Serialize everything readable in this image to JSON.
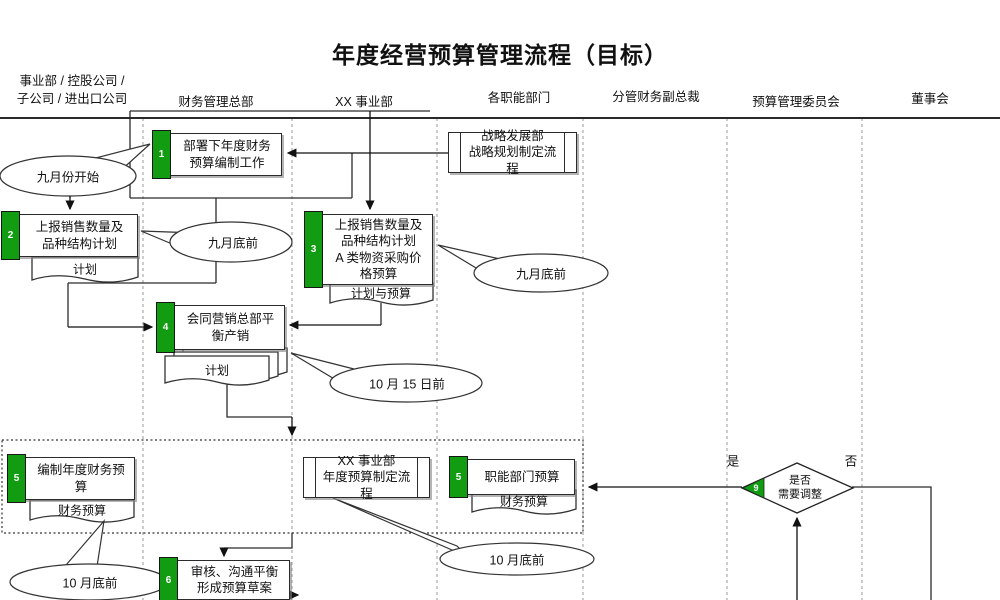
{
  "title": "年度经营预算管理流程（目标）",
  "lanes": [
    {
      "label": "事业部 / 控股公司 /\n子公司 / 进出口公司"
    },
    {
      "label": "财务管理总部"
    },
    {
      "label": "XX 事业部"
    },
    {
      "label": "各职能部门"
    },
    {
      "label": "分管财务副总裁"
    },
    {
      "label": "预算管理委员会"
    },
    {
      "label": "董事会"
    }
  ],
  "nodes": {
    "box1": {
      "num": "1",
      "text": "部署下年度财务\n预算编制工作"
    },
    "box2": {
      "num": "2",
      "text": "上报销售数量及\n品种结构计划"
    },
    "box3": {
      "num": "3",
      "text": "上报销售数量及\n品种结构计划\nA 类物资采购价\n格预算"
    },
    "box4": {
      "num": "4",
      "text": "会同营销总部平\n衡产销"
    },
    "box5_left": {
      "num": "5",
      "text": "编制年度财务预\n算"
    },
    "box5_right": {
      "num": "5",
      "text": "职能部门预算"
    },
    "box6": {
      "num": "6",
      "text": "审核、沟通平衡\n形成预算草案"
    },
    "strategy": {
      "text": "战略发展部\n战略规划制定流程"
    },
    "xx_division": {
      "text": "XX 事业部\n年度预算制定流程"
    },
    "decision9": {
      "num": "9",
      "text": "是否\n需要调整",
      "yes_label": "是",
      "no_label": "否"
    }
  },
  "documents": {
    "box2_doc": "计划",
    "box3_doc": "计划与预算",
    "box4_doc": "计划",
    "box5_left_doc": "财务预算",
    "box5_right_doc": "财务预算"
  },
  "callouts": {
    "c1": "九月份开始",
    "c2": "九月底前",
    "c3": "九月底前",
    "c4": "10 月 15 日前",
    "c5": "10 月底前",
    "c6": "10 月底前"
  },
  "colors": {
    "tag_green": "#119c11",
    "line": "#2b2b2b",
    "lane_dash": "#9a9a9a"
  }
}
